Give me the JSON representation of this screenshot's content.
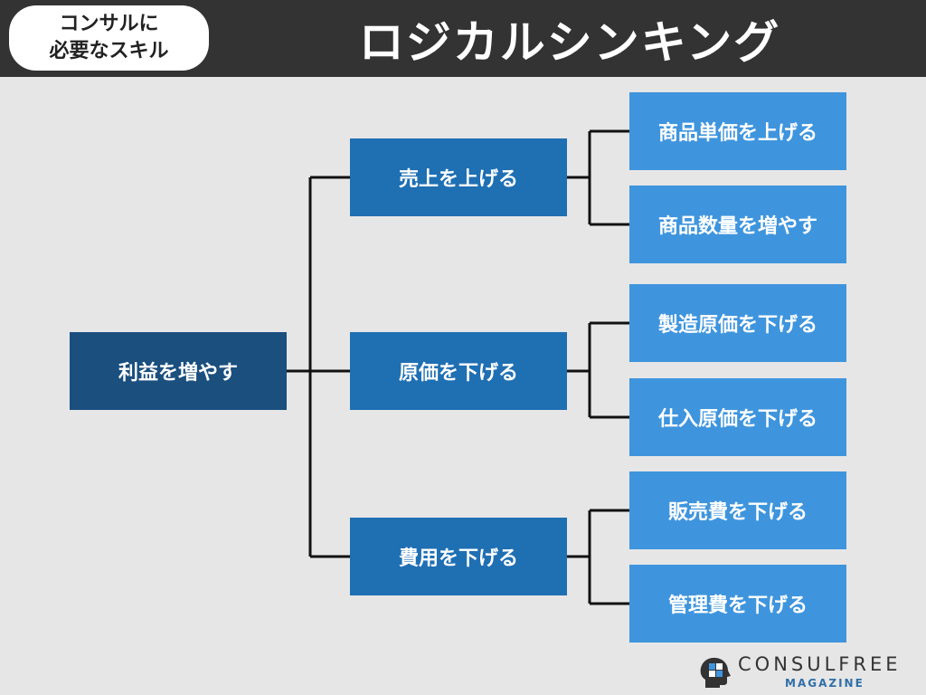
{
  "header": {
    "badge_line1": "コンサルに",
    "badge_line2": "必要なスキル",
    "title": "ロジカルシンキング"
  },
  "tree": {
    "root": "利益を増やす",
    "branches": [
      {
        "label": "売上を上げる",
        "children": [
          "商品単価を上げる",
          "商品数量を増やす"
        ]
      },
      {
        "label": "原価を下げる",
        "children": [
          "製造原価を下げる",
          "仕入原価を下げる"
        ]
      },
      {
        "label": "費用を下げる",
        "children": [
          "販売費を下げる",
          "管理費を下げる"
        ]
      }
    ]
  },
  "logo": {
    "name": "CONSULFREE",
    "sub": "MAGAZINE"
  },
  "colors": {
    "background": "#e6e6e6",
    "header": "#333333",
    "root_node": "#1a4f7e",
    "level1_node": "#1f6fb3",
    "level2_node": "#3f95dd",
    "connector": "#111111"
  }
}
